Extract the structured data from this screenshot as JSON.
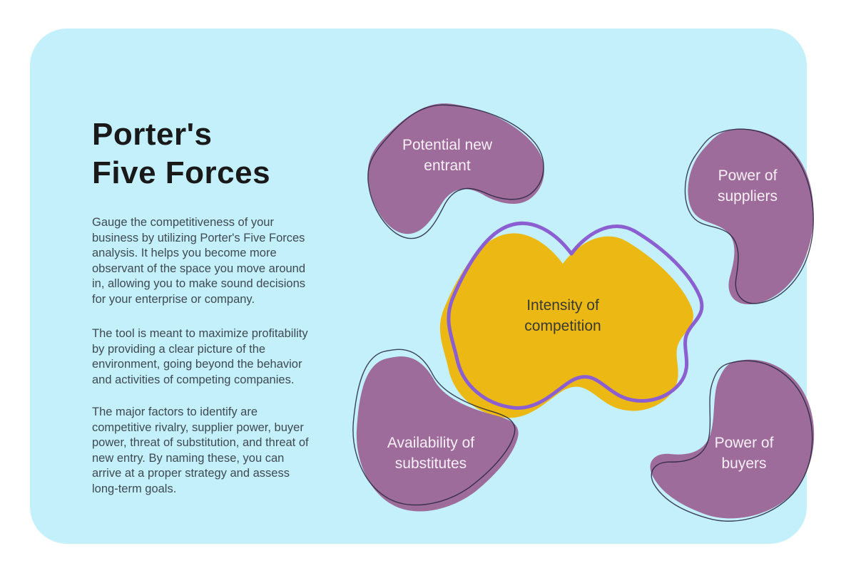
{
  "title": "Porter's\nFive Forces",
  "intro": {
    "p1": "Gauge the competitiveness of your\nbusiness by utilizing Porter's Five Forces\nanalysis. It helps you become more\nobservant of the space you move around\nin, allowing you to make sound decisions\nfor your enterprise or company.",
    "p2": "The tool is meant to maximize profitability\nby providing a clear picture of the\nenvironment, going beyond the behavior\nand activities of competing companies.",
    "p3": "The major factors to identify are\ncompetitive rivalry, supplier power, buyer\npower, threat of substitution, and threat of\nnew entry. By naming these, you can\narrive at a proper strategy and assess\nlong-term goals."
  },
  "diagram": {
    "center": {
      "label": "Intensity of\ncompetition"
    },
    "forces": [
      {
        "label": "Potential new\nentrant"
      },
      {
        "label": "Power of\nsuppliers"
      },
      {
        "label": "Availability of\nsubstitutes"
      },
      {
        "label": "Power of\nbuyers"
      }
    ]
  },
  "colors": {
    "page_background": "#ffffff",
    "card_background": "#c3f0fb",
    "force_blob_fill": "#9d6c9b",
    "force_blob_outline": "#23233b",
    "center_blob_fill": "#ecb914",
    "center_blob_ring": "#8b5fd2",
    "blob_label_text": "#f8eff6",
    "center_label_text": "#3a3a32",
    "body_text": "#3f4a50",
    "title_text": "#191919"
  }
}
